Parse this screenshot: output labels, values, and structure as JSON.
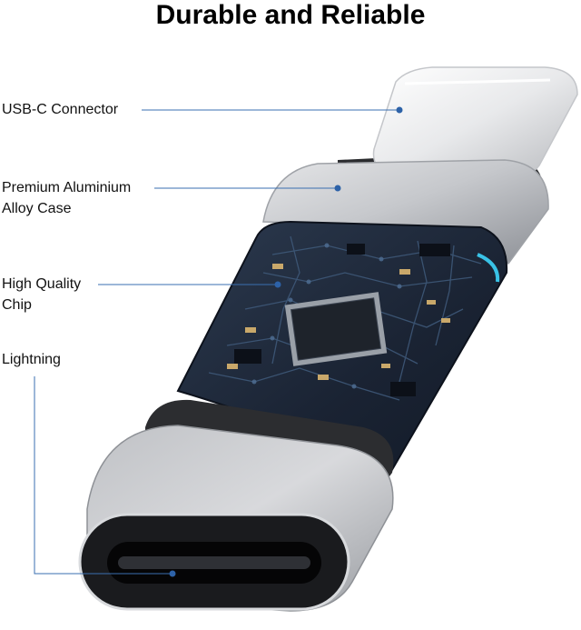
{
  "title": "Durable and Reliable",
  "callouts": [
    {
      "id": "usb-c",
      "lines": [
        "USB-C Connector"
      ]
    },
    {
      "id": "case",
      "lines": [
        "Premium Aluminium",
        "Alloy Case"
      ]
    },
    {
      "id": "chip",
      "lines": [
        "High Quality",
        "Chip"
      ]
    },
    {
      "id": "lightning",
      "lines": [
        "Lightning"
      ]
    }
  ],
  "colors": {
    "callout_line": "#3a6fb0",
    "callout_dot": "#2d62a8",
    "aluminium": "#c9cbcf",
    "pcb": "#1b2433",
    "chip": "#2a2f38"
  }
}
